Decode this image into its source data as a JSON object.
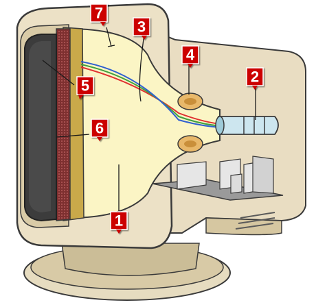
{
  "diagram": {
    "subject": "cathode-ray-tube-monitor-cutaway",
    "callouts": [
      {
        "id": "c1",
        "label": "1"
      },
      {
        "id": "c2",
        "label": "2"
      },
      {
        "id": "c3",
        "label": "3"
      },
      {
        "id": "c4",
        "label": "4"
      },
      {
        "id": "c5",
        "label": "5"
      },
      {
        "id": "c6",
        "label": "6"
      },
      {
        "id": "c7",
        "label": "7"
      }
    ],
    "colors": {
      "case": "#e8dcc0",
      "case_shade": "#cfc2a0",
      "outline": "#3a3a3a",
      "tube_glass": "#fbf4c2",
      "screen": "#3c3c3c",
      "phosphor_mask": "#8a3a3a",
      "coil": "#e0b060",
      "gun": "#c8e4ec",
      "callout_bg": "#cc0000",
      "beam_red": "#e03030",
      "beam_green": "#40a040",
      "beam_blue": "#3060d0"
    }
  }
}
